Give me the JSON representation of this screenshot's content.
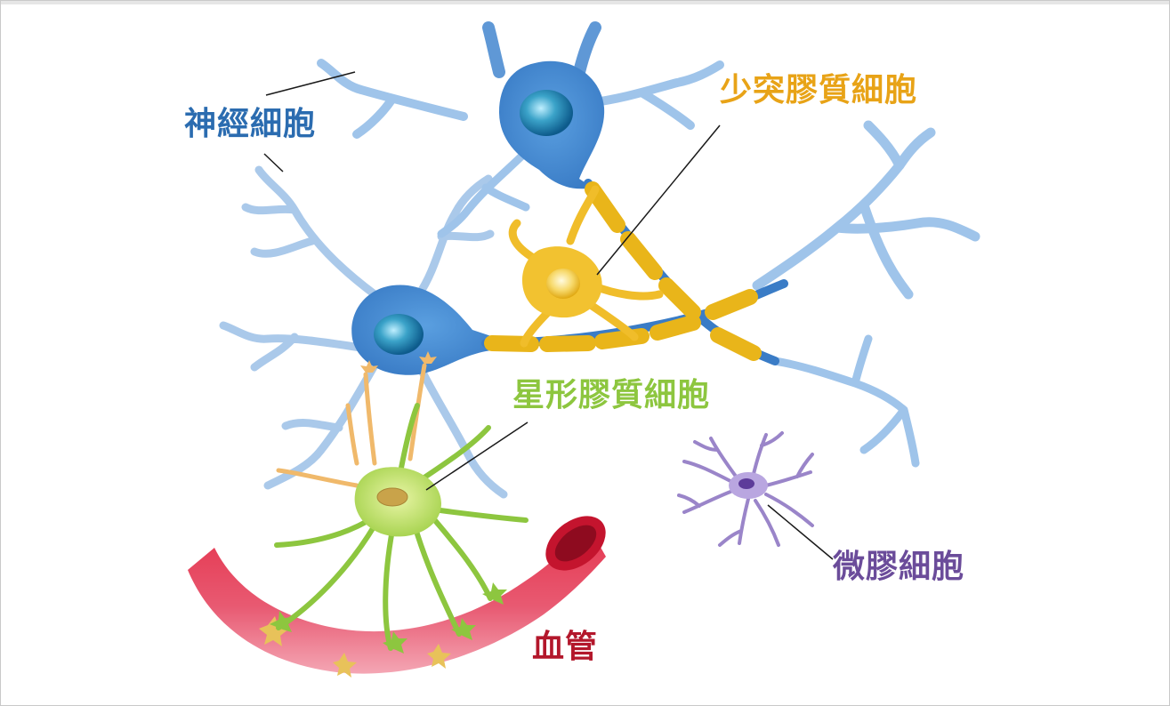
{
  "labels": {
    "neuron": "神經細胞",
    "oligodendrocyte": "少突膠質細胞",
    "astrocyte": "星形膠質細胞",
    "microglia": "微膠細胞",
    "blood_vessel": "血管"
  },
  "colors": {
    "neuron": "#2b6cb0",
    "oligodendrocyte": "#e8a317",
    "astrocyte": "#8dc63f",
    "microglia": "#6b4c9a",
    "blood_vessel": "#b3172b"
  }
}
